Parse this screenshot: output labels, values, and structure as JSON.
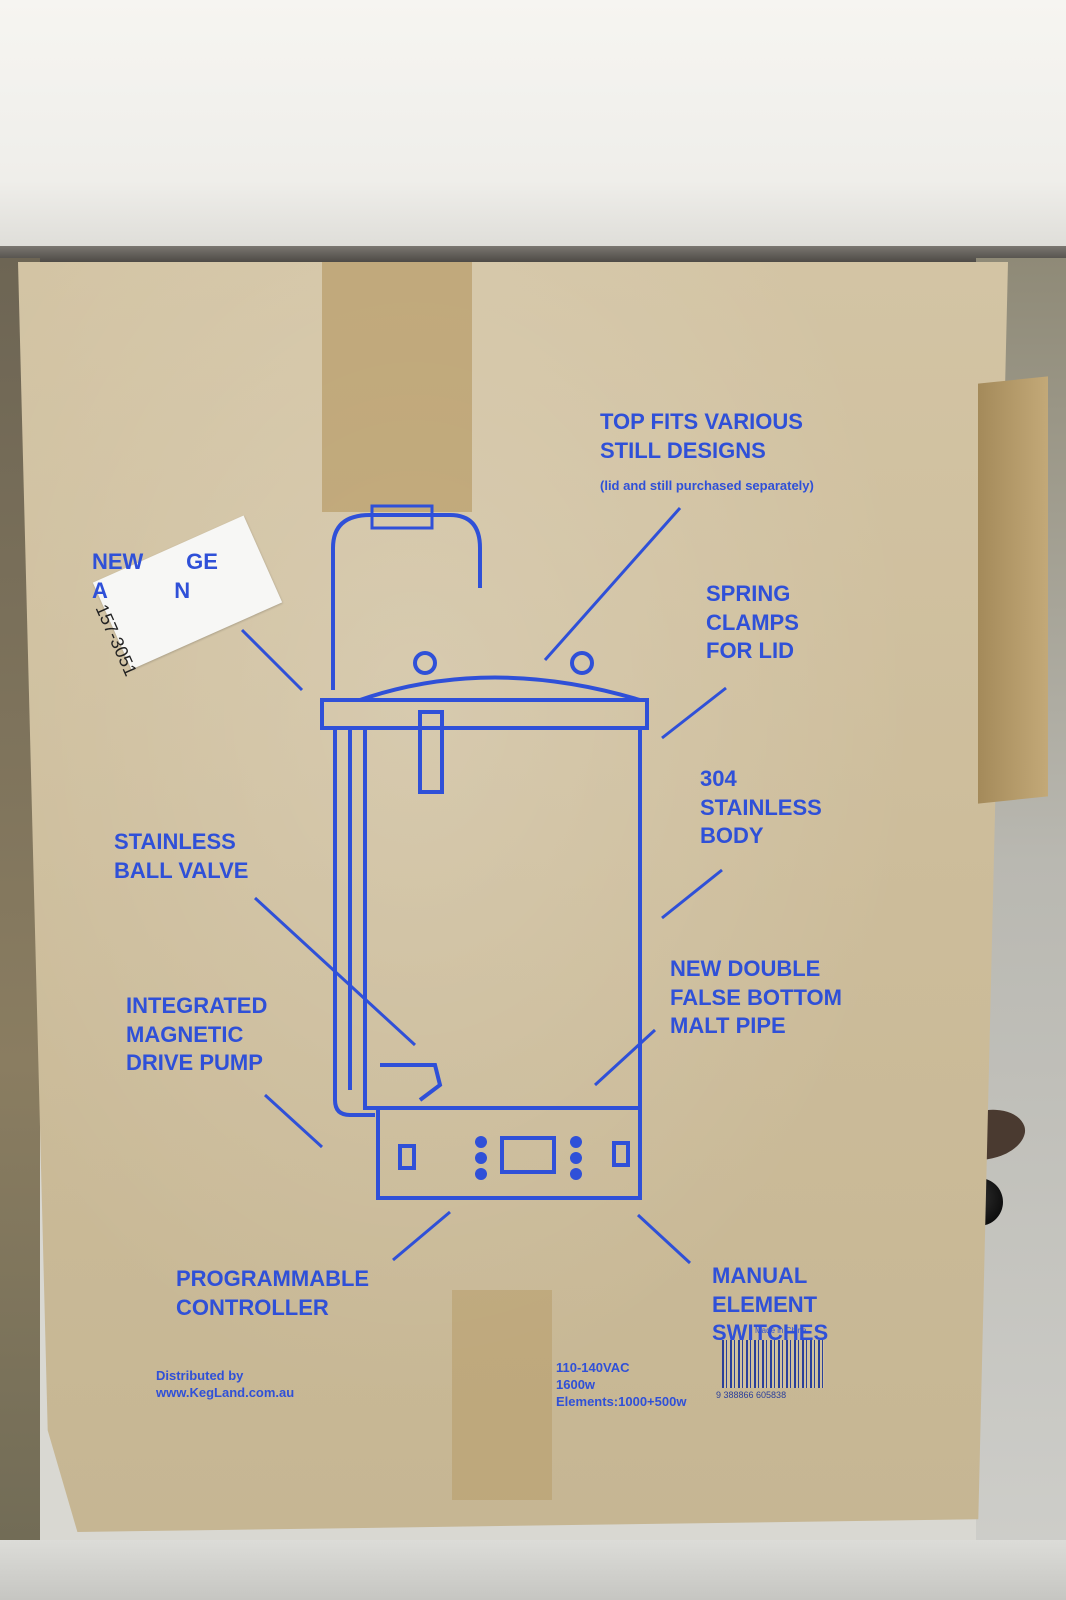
{
  "photo": {
    "callouts": {
      "top_fits": "TOP FITS VARIOUS\nSTILL DESIGNS",
      "top_fits_note": "(lid and still purchased separately)",
      "new_arm": "NEW       GE\nA           N",
      "spring_clamps": "SPRING\nCLAMPS\nFOR LID",
      "stainless_body": "304\nSTAINLESS\nBODY",
      "ball_valve": "STAINLESS\nBALL VALVE",
      "false_bottom": "NEW DOUBLE\nFALSE BOTTOM\nMALT PIPE",
      "pump": "INTEGRATED\nMAGNETIC\nDRIVE PUMP",
      "controller": "PROGRAMMABLE\nCONTROLLER",
      "switches": "MANUAL\nELEMENT\nSWITCHES"
    },
    "distributor": "Distributed by\nwww.KegLand.com.au",
    "specs": "110-140VAC\n1600w\nElements:1000+500w",
    "made_in": "Made in China",
    "barcode_number": "9 388866 605838",
    "sticker_number": "157-3051",
    "print_color": "#2f50d8",
    "cardboard_color": "#cdbd9b"
  }
}
